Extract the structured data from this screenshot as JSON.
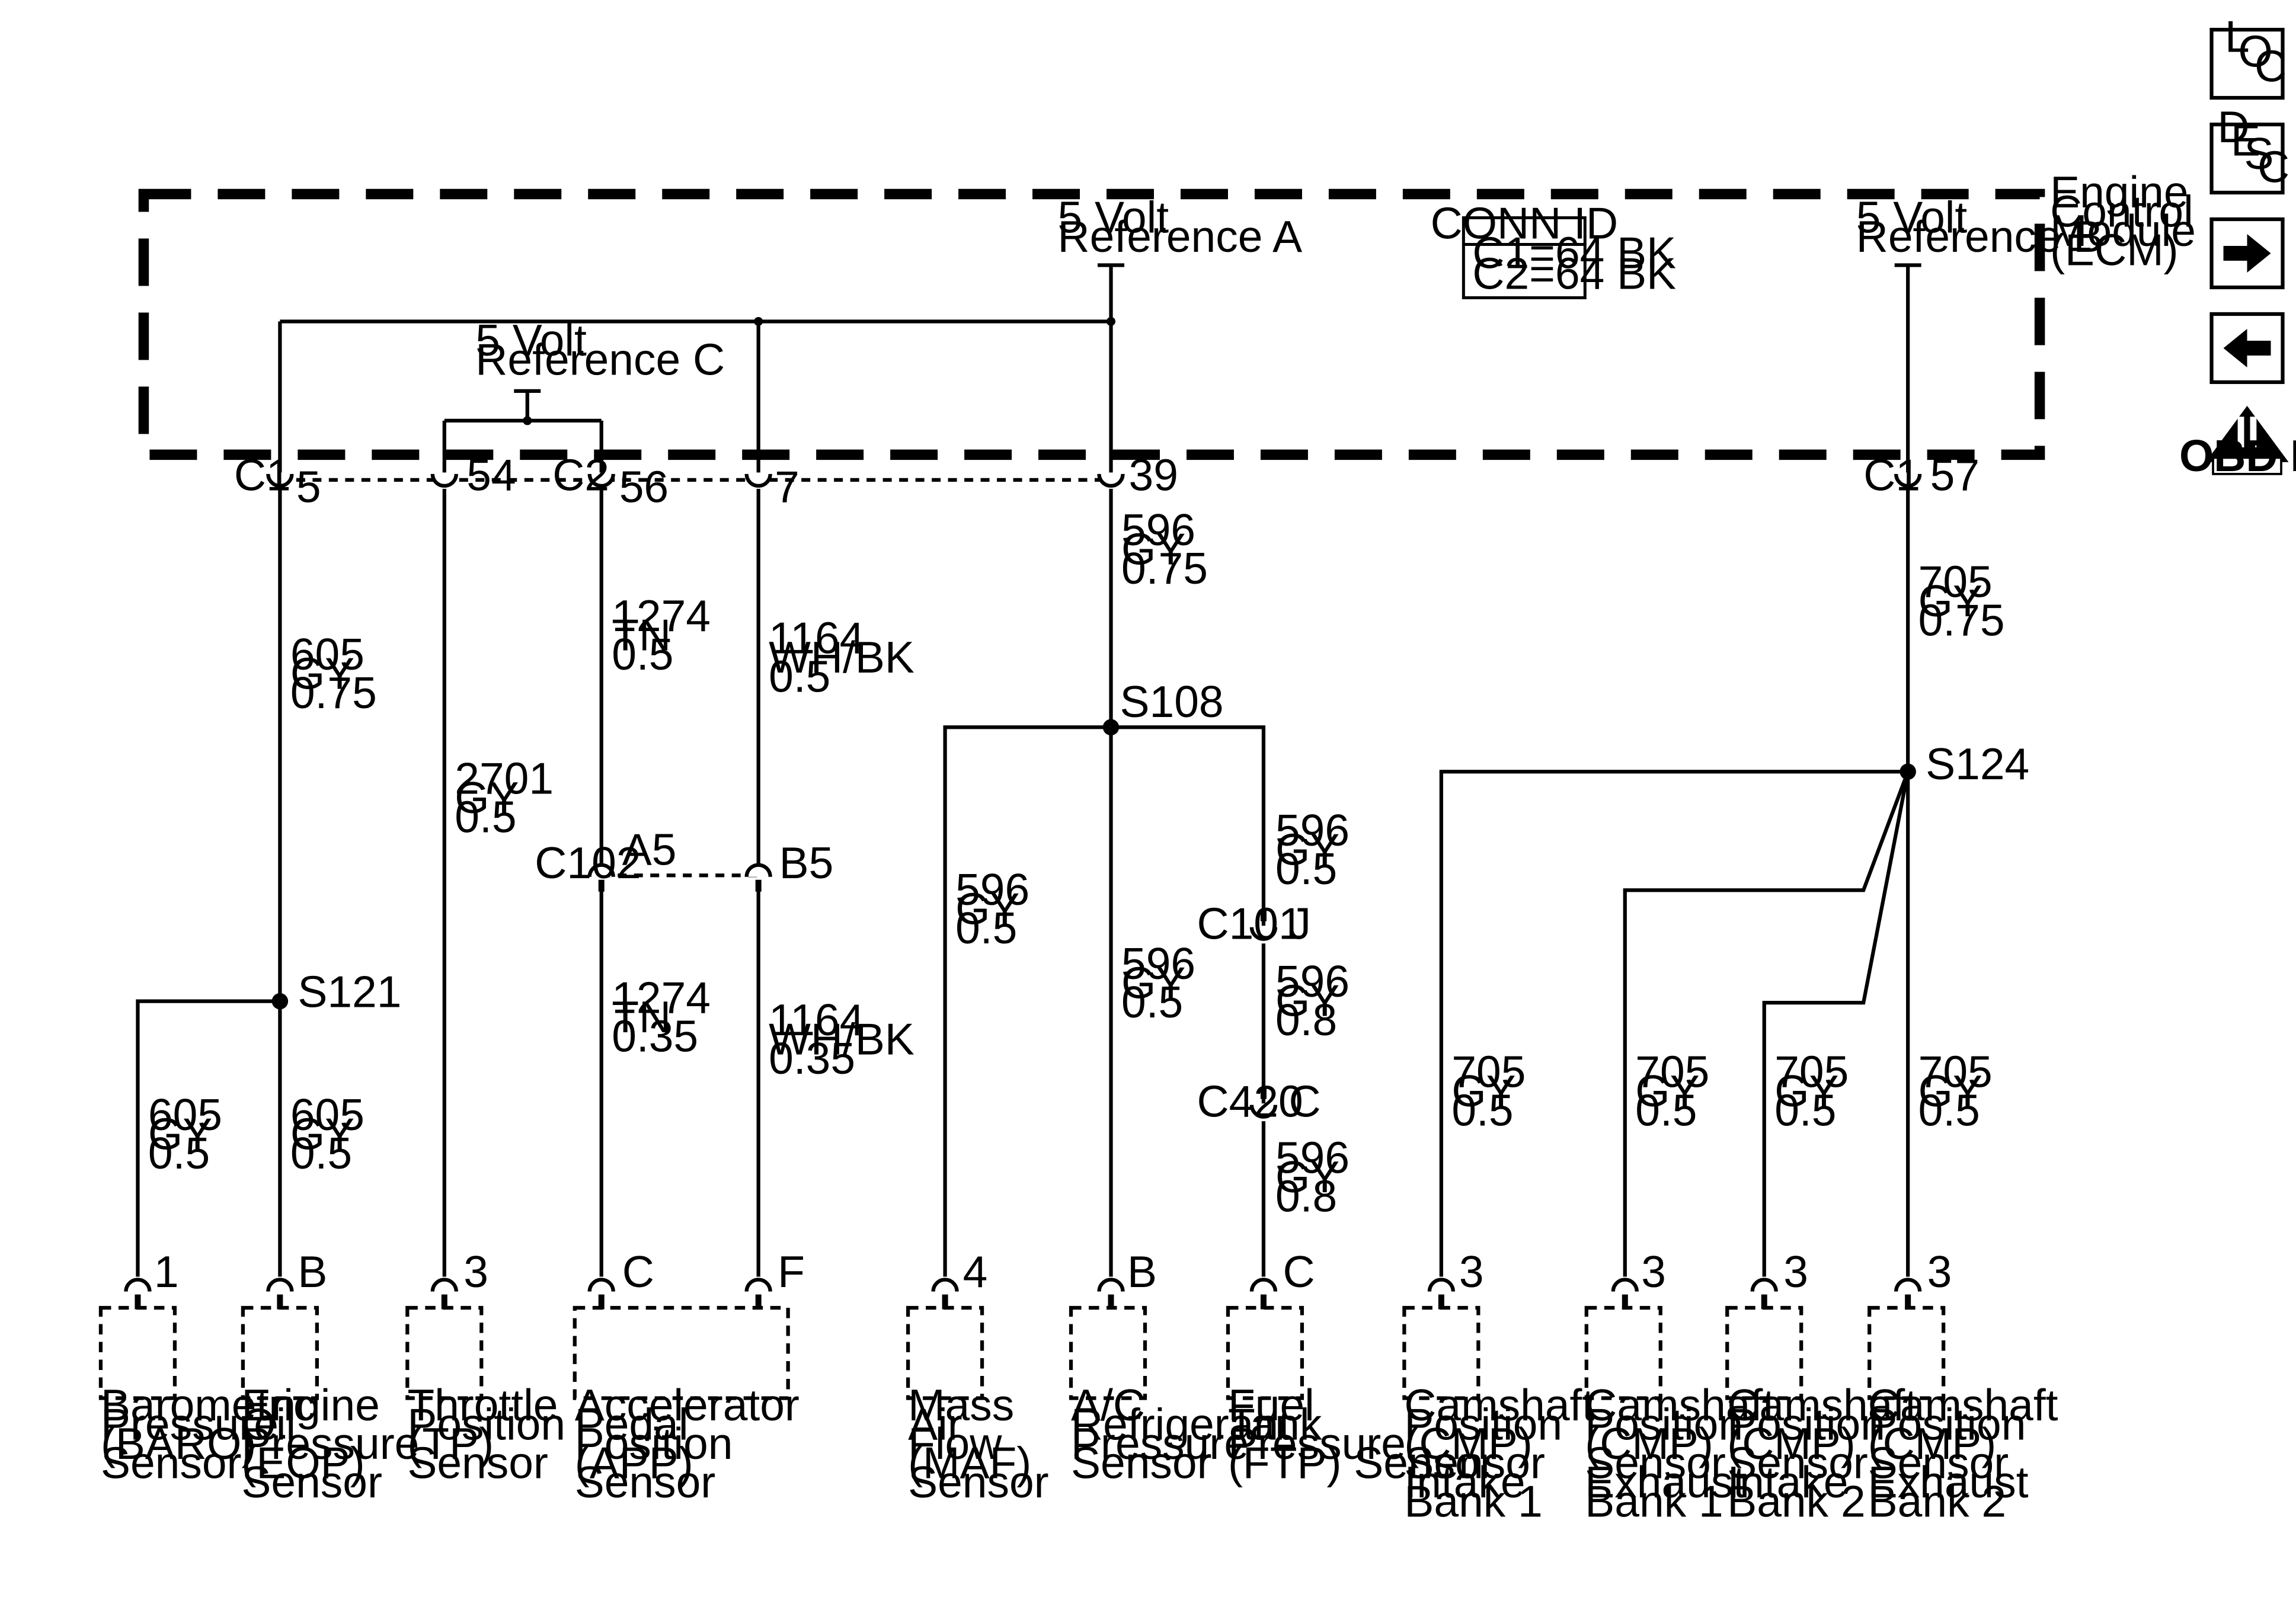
{
  "ecm": {
    "name_lines": [
      "Engine",
      "Control",
      "Module",
      "(ECM)"
    ],
    "conn_id_title": "CONN ID",
    "conn_id_lines": [
      "C1=64 BK",
      "C2=64 BK"
    ],
    "ref_a_lines": [
      "5 Volt",
      "Reference A"
    ],
    "ref_b_lines": [
      "5 Volt",
      "Reference B"
    ],
    "ref_c_lines": [
      "5 Volt",
      "Reference C"
    ]
  },
  "connectors": {
    "c1": "C1",
    "c2": "C2",
    "c1_right": "C1",
    "c102": "C102",
    "c101": "C101",
    "c420": "C420"
  },
  "pins": {
    "p5": "5",
    "p54": "54",
    "p56": "56",
    "p7": "7",
    "p39": "39",
    "p57": "57",
    "a5": "A5",
    "b5": "B5",
    "j": "J",
    "c": "C"
  },
  "splices": {
    "s108": "S108",
    "s121": "S121",
    "s124": "S124"
  },
  "wires": {
    "w605_top": [
      "605",
      "GY",
      "0.75"
    ],
    "w2701": [
      "2701",
      "GY",
      "0.5"
    ],
    "w1274_top": [
      "1274",
      "TN",
      "0.5"
    ],
    "w1164_top": [
      "1164",
      "WH/BK",
      "0.5"
    ],
    "w596_top": [
      "596",
      "GY",
      "0.75"
    ],
    "w705_top": [
      "705",
      "GY",
      "0.75"
    ],
    "w596_ftp1": [
      "596",
      "GY",
      "0.5"
    ],
    "w596_maf": [
      "596",
      "GY",
      "0.5"
    ],
    "w596_ac": [
      "596",
      "GY",
      "0.5"
    ],
    "w596_ftp2": [
      "596",
      "GY",
      "0.8"
    ],
    "w596_ftp3": [
      "596",
      "GY",
      "0.8"
    ],
    "w1274_bot": [
      "1274",
      "TN",
      "0.35"
    ],
    "w1164_bot": [
      "1164",
      "WH/BK",
      "0.35"
    ],
    "w605_baro": [
      "605",
      "GY",
      "0.5"
    ],
    "w605_eop": [
      "605",
      "GY",
      "0.5"
    ],
    "w705_i1": [
      "705",
      "GY",
      "0.5"
    ],
    "w705_e1": [
      "705",
      "GY",
      "0.5"
    ],
    "w705_i2": [
      "705",
      "GY",
      "0.5"
    ],
    "w705_e2": [
      "705",
      "GY",
      "0.5"
    ]
  },
  "sensors": [
    {
      "pin": "1",
      "label_lines": [
        "Barometric",
        "Pressure",
        "(BARO)",
        "Sensor"
      ]
    },
    {
      "pin": "B",
      "label_lines": [
        "Engine",
        "Oil",
        "Pressure",
        "(EOP)",
        "Sensor"
      ]
    },
    {
      "pin": "3",
      "label_lines": [
        "Throttle",
        "Position",
        "(TP)",
        "Sensor"
      ]
    },
    {
      "pin_c": "C",
      "pin_f": "F",
      "label_lines": [
        "Accelerator",
        "Pedal",
        "Position",
        "(APP)",
        "Sensor"
      ]
    },
    {
      "pin": "4",
      "label_lines": [
        "Mass",
        "Air",
        "Flow",
        "(MAF)",
        "Sensor"
      ]
    },
    {
      "pin": "B",
      "label_lines": [
        "A/C",
        "Refrigerant",
        "Pressure",
        "Sensor"
      ]
    },
    {
      "pin": "C",
      "label_lines": [
        "Fuel",
        "Tank",
        "Pressure",
        "(FTP) Sensor"
      ]
    },
    {
      "pin": "3",
      "label_lines": [
        "Camshaft",
        "Position",
        "(CMP)",
        "Sensor",
        "Intake",
        "Bank 1"
      ]
    },
    {
      "pin": "3",
      "label_lines": [
        "Camshaft",
        "Position",
        "(CMP)",
        "Sensor",
        "Exhaust",
        "Bank 1"
      ]
    },
    {
      "pin": "3",
      "label_lines": [
        "Camshaft",
        "Position",
        "(CMP)",
        "Sensor",
        "Intake",
        "Bank 2"
      ]
    },
    {
      "pin": "3",
      "label_lines": [
        "Camshaft",
        "Position",
        "(CMP)",
        "Sensor",
        "Exhaust",
        "Bank 2"
      ]
    }
  ],
  "nav": {
    "loc": [
      "L",
      "O",
      "C"
    ],
    "desc": [
      "D",
      "E",
      "S",
      "C"
    ],
    "forward_icon": "right-arrow-icon",
    "back_icon": "left-arrow-icon",
    "obd_roman": "II",
    "obd_text": "OBD II"
  }
}
